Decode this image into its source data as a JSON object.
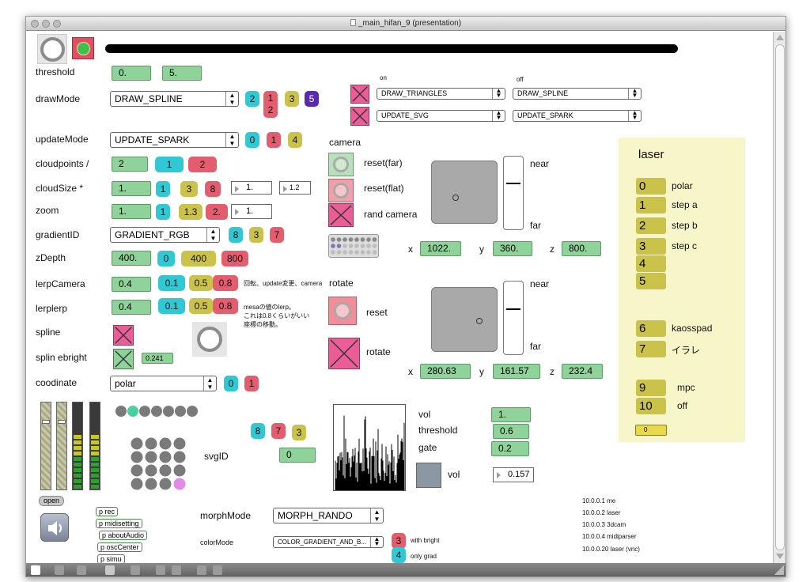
{
  "window": {
    "title": "_main_hifan_9 (presentation)"
  },
  "labels": {
    "threshold": "threshold",
    "drawMode": "drawMode",
    "updateMode": "updateMode",
    "cloudpoints": "cloudpoints /",
    "cloudSize": "cloudSize *",
    "zoom": "zoom",
    "gradientID": "gradientID",
    "zDepth": "zDepth",
    "lerpCamera": "lerpCamera",
    "lerplerp": "lerplerp",
    "spline": "spline",
    "splinebright": "splin ebright",
    "coodinate": "coodinate",
    "svgID": "svgID",
    "morphMode": "morphMode",
    "colorMode": "colorMode"
  },
  "threshold": {
    "a": "0.",
    "b": "5."
  },
  "drawMode": {
    "menu": "DRAW_SPLINE",
    "m1": "2",
    "m2": "1",
    "m2b": "2",
    "m3": "3",
    "m4": "5"
  },
  "onoff": {
    "on": "on",
    "off": "off",
    "menu1": "DRAW_TRIANGLES",
    "menu2": "DRAW_SPLINE",
    "menu3": "UPDATE_SVG",
    "menu4": "UPDATE_SPARK"
  },
  "updateMode": {
    "menu": "UPDATE_SPARK",
    "m1": "0",
    "m2": "1",
    "m3": "4"
  },
  "cloudpoints": {
    "value": "2",
    "m1": "1",
    "m2": "2"
  },
  "cloudSize": {
    "value": "1.",
    "m1": "1",
    "m2": "3",
    "m3": "8",
    "n1": "1.",
    "n2": "1.2"
  },
  "zoom": {
    "value": "1.",
    "m1": "1",
    "m2": "1.3",
    "m3": "2.",
    "n1": "1."
  },
  "gradientID": {
    "menu": "GRADIENT_RGB",
    "m1": "8",
    "m2": "3",
    "m3": "7"
  },
  "zDepth": {
    "value": "400.",
    "m1": "0",
    "m2": "400",
    "m3": "800"
  },
  "lerpCamera": {
    "value": "0.4",
    "m1": "0.1",
    "m2": "0.5",
    "m3": "0.8",
    "note": "回転、update変更、camera"
  },
  "lerplerp": {
    "value": "0.4",
    "m1": "0.1",
    "m2": "0.5",
    "m3": "0.8",
    "note1": "mesaの値のlerp。",
    "note2": "これは0.8くらいがいい",
    "note3": "座標の移動。"
  },
  "splinebright": {
    "value": "0.241"
  },
  "coodinate": {
    "menu": "polar",
    "m1": "0",
    "m2": "1"
  },
  "camera": {
    "title": "camera",
    "reset_far": "reset(far)",
    "reset_flat": "reset(flat)",
    "rand": "rand camera",
    "near": "near",
    "far": "far",
    "x_label": "x",
    "y_label": "y",
    "z_label": "z",
    "x": "1022.",
    "y": "360.",
    "z": "800."
  },
  "rotate": {
    "title": "rotate",
    "reset": "reset",
    "rotate": "rotate",
    "near": "near",
    "far": "far",
    "x_label": "x",
    "y_label": "y",
    "z_label": "z",
    "x": "280.63",
    "y": "161.57",
    "z": "232.4"
  },
  "audio": {
    "vol": "vol",
    "threshold": "threshold",
    "gate": "gate",
    "vol_val": "1.",
    "threshold_val": "0.6",
    "gate_val": "0.2",
    "vol2": "vol",
    "vol2_val": "0.157"
  },
  "svg": {
    "m1": "8",
    "m2": "7",
    "m3": "3",
    "value": "0"
  },
  "open": "open",
  "subpatches": [
    "p rec",
    "p midisetting",
    "p aboutAudio",
    "p oscCenter",
    "p simu"
  ],
  "morphMode": {
    "menu": "MORPH_RANDO"
  },
  "colorMode": {
    "menu": "COLOR_GRADIENT_AND_B...",
    "m1": "3",
    "m1_label": "with bright",
    "m2": "4",
    "m2_label": "only grad"
  },
  "laser": {
    "title": "laser",
    "items": [
      {
        "n": "0",
        "label": "polar"
      },
      {
        "n": "1",
        "label": "step a"
      },
      {
        "n": "2",
        "label": "step b"
      },
      {
        "n": "3",
        "label": "step c"
      },
      {
        "n": "4",
        "label": ""
      },
      {
        "n": "5",
        "label": ""
      },
      {
        "n": "6",
        "label": "kaosspad"
      },
      {
        "n": "7",
        "label": "イラレ"
      },
      {
        "n": "9",
        "label": "mpc"
      },
      {
        "n": "10",
        "label": "off"
      }
    ],
    "num": "0"
  },
  "ips": [
    "10.0.0.1 me",
    "10.0.0.2 laser",
    "10.0.0.3 3dcam",
    "10.0.0.4 midiparser",
    "10.0.0.20 laser (vnc)"
  ],
  "colors": {
    "green": "#8fd39a",
    "cyan": "#2fc8d4",
    "yellow": "#cbc24c",
    "red": "#e35d6f",
    "pink": "#ea5d97",
    "laser_panel": "#f6f6c8"
  }
}
